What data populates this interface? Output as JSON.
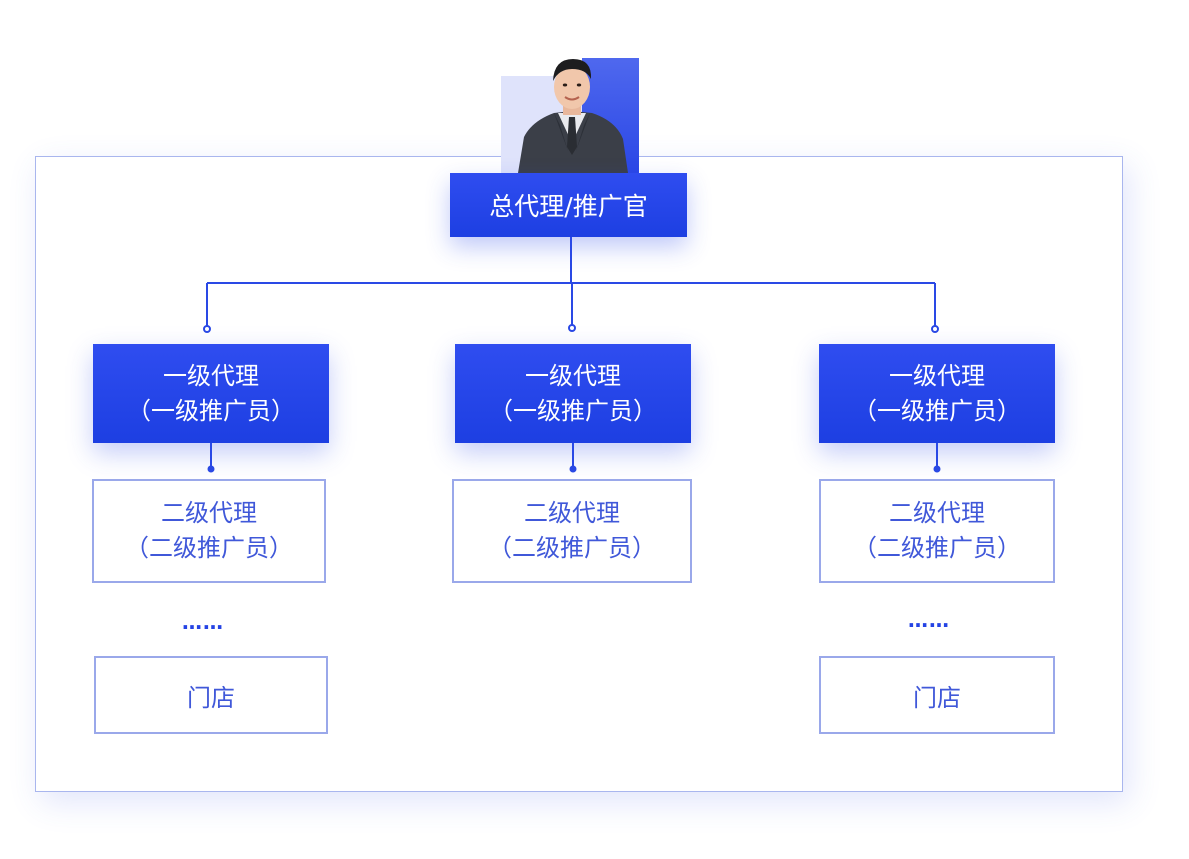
{
  "root": {
    "label": "总代理/推广官"
  },
  "branches": [
    {
      "level1": [
        "一级代理",
        "（一级推广员）"
      ],
      "level2": [
        "二级代理",
        "（二级推广员）"
      ],
      "ellipsis": "……",
      "store": "门店"
    },
    {
      "level1": [
        "一级代理",
        "（一级推广员）"
      ],
      "level2": [
        "二级代理",
        "（二级推广员）"
      ]
    },
    {
      "level1": [
        "一级代理",
        "（一级推广员）"
      ],
      "level2": [
        "二级代理",
        "（二级推广员）"
      ],
      "ellipsis": "……",
      "store": "门店"
    }
  ],
  "colors": {
    "primary": "#2443e4",
    "border": "#9aa8ea",
    "text_light": "#4058d9"
  }
}
